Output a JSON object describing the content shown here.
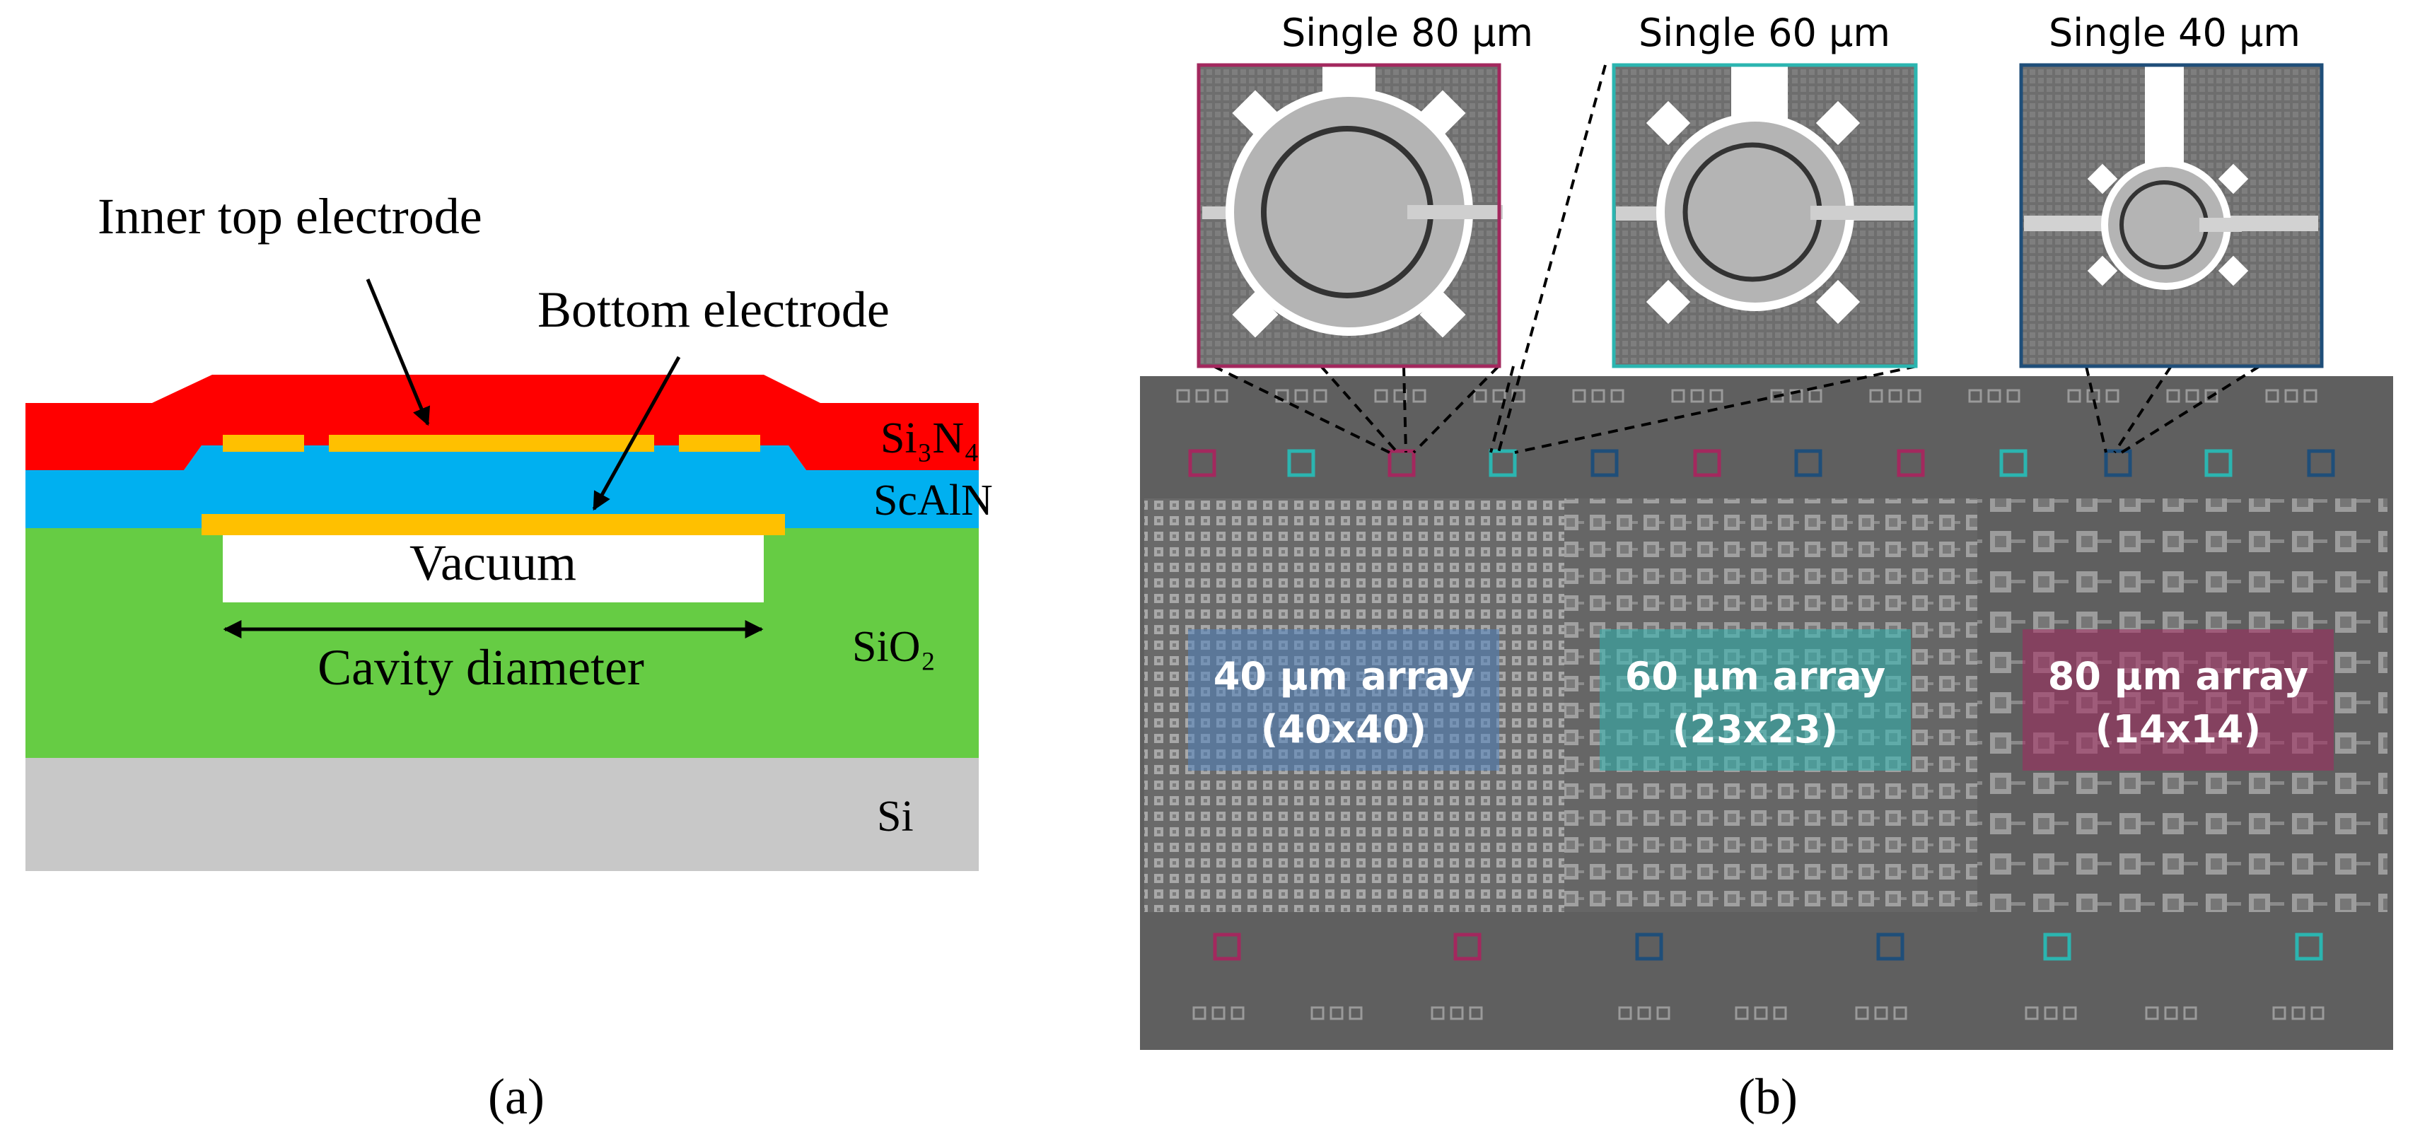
{
  "panel_a": {
    "caption": "(a)",
    "labels": {
      "inner_top_electrode": "Inner top electrode",
      "bottom_electrode": "Bottom electrode",
      "si3n4": "Si₃N₄",
      "scaln": "ScAlN",
      "vacuum": "Vacuum",
      "cavity_diameter": "Cavity diameter",
      "sio2": "SiO₂",
      "si": "Si"
    },
    "colors": {
      "si3n4": "#ff0000",
      "scaln": "#00b0f0",
      "sio2": "#66cc44",
      "si": "#c8c8c8",
      "electrode": "#ffc000",
      "vacuum": "#ffffff"
    }
  },
  "panel_b": {
    "caption": "(b)",
    "insets": [
      {
        "title": "Single 80 µm",
        "color": "#a3285e"
      },
      {
        "title": "Single 60 µm",
        "color": "#2bb5b0"
      },
      {
        "title": "Single 40 µm",
        "color": "#1f4e79"
      }
    ],
    "arrays": [
      {
        "name": "40 µm array",
        "size": "(40x40)",
        "color": "#4f81bd"
      },
      {
        "name": "60 µm array",
        "size": "(23x23)",
        "color": "#2bb5b0"
      },
      {
        "name": "80 µm array",
        "size": "(14x14)",
        "color": "#a3285e"
      }
    ],
    "chip_background": "#5f5f5f"
  }
}
